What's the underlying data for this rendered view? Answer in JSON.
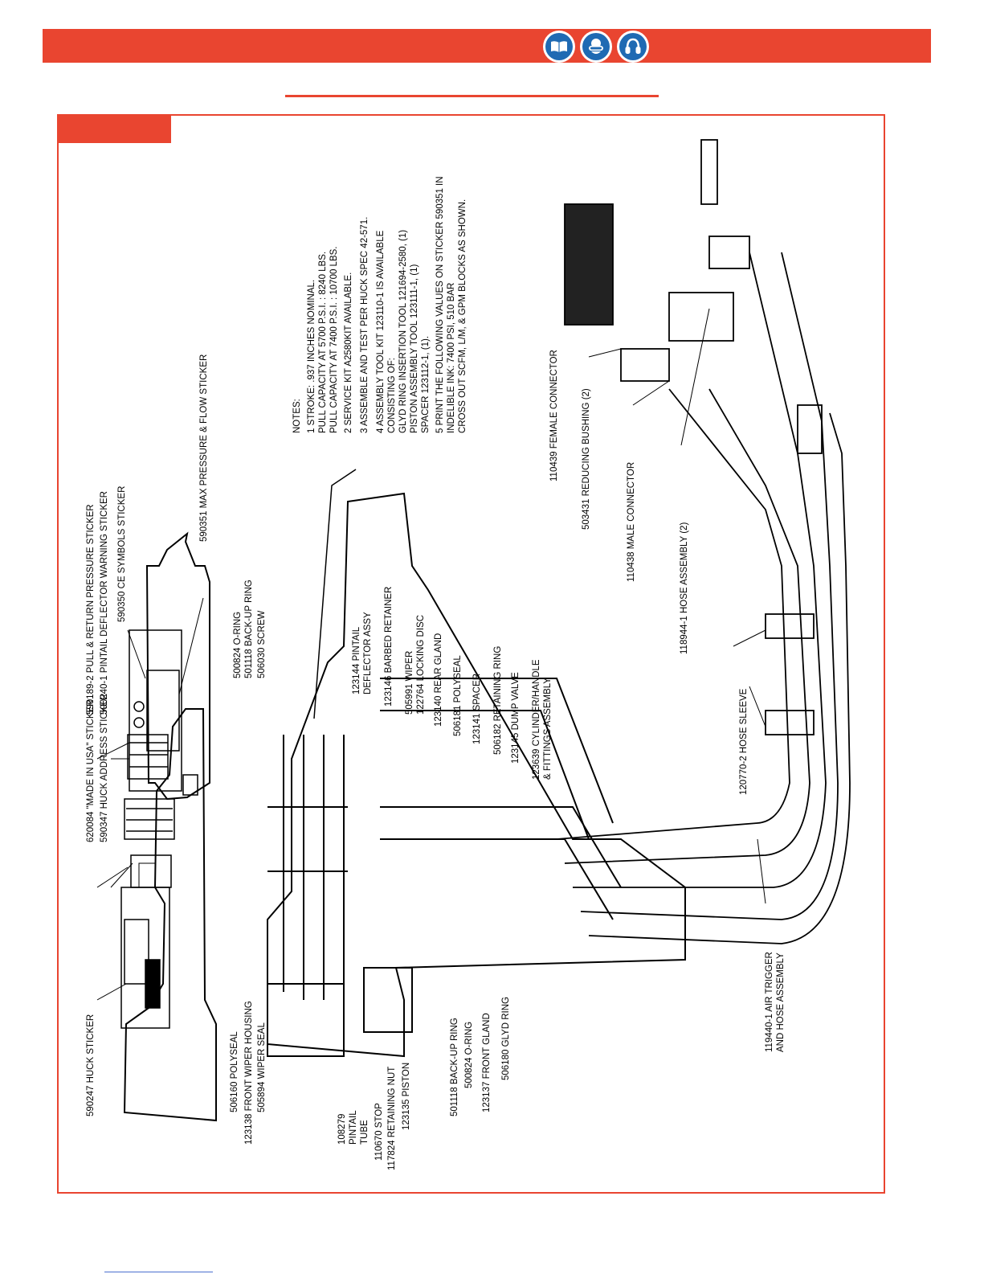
{
  "colors": {
    "accent": "#e94530",
    "icon_blue": "#1f6ab3"
  },
  "header": {
    "icons": [
      "book-icon",
      "safety-goggles-icon",
      "ear-protection-icon"
    ]
  },
  "stickers": [
    {
      "label": "590247 HUCK STICKER"
    },
    {
      "label": "620084 \"MADE IN USA\" STICKER"
    },
    {
      "label": "590347 HUCK ADDRESS STICKER"
    },
    {
      "label": "590189-2 PULL & RETURN PRESSURE STICKER"
    },
    {
      "label": "590240-1 PINTAIL DEFLECTOR WARNING STICKER"
    },
    {
      "label": "590350 CE SYMBOLS STICKER"
    },
    {
      "label": "590351 MAX PRESSURE & FLOW STICKER"
    }
  ],
  "notes": {
    "title": "NOTES:",
    "lines": [
      "1  STROKE: .937 INCHES NOMINAL.",
      "    PULL CAPACITY AT 5700 P.S.I. : 8240 LBS.",
      "    PULL CAPACITY AT 7400 P.S.I. : 10700 LBS.",
      "2  SERVICE KIT A2580KIT AVAILABLE.",
      "3  ASSEMBLE AND TEST PER HUCK SPEC 42-571.",
      "4  ASSEMBLY TOOL KIT 123110-1 IS AVAILABLE",
      "    CONSISTING OF:",
      "    GLYD RING INSERTION TOOL 121694-2580, (1)",
      "    PISTON ASSEMBLY TOOL 123111-1, (1)",
      "    SPACER 123112-1, (1).",
      "5  PRINT THE FOLLOWING VALUES ON STICKER 590351 IN",
      "    INDELIBLE INK: 7400 PSI, 510 BAR",
      "    CROSS OUT SCFM, L/M, & GPM BLOCKS AS SHOWN."
    ]
  },
  "parts_upper": [
    "500824 O-RING",
    "501118 BACK-UP RING",
    "506030 SCREW",
    "123144 PINTAIL",
    "DEFLECTOR ASSY",
    "123146 BARBED RETAINER",
    "505991 WIPER",
    "122764 LOCKING DISC",
    "123140 REAR GLAND",
    "506181 POLYSEAL",
    "123141 SPACER",
    "506182 RETAINING RING",
    "123145 DUMP VALVE",
    "123639 CYLINDER/HANDLE",
    "& FITTINGS ASSEMBLY"
  ],
  "parts_lower": [
    "506160 POLYSEAL",
    "123138 FRONT WIPER HOUSING",
    "505894 WIPER SEAL",
    "108279",
    "PINTAIL",
    "TUBE",
    "110670 STOP",
    "117824 RETAINING NUT",
    "123135 PISTON",
    "501118 BACK-UP RING",
    "500824 O-RING",
    "123137 FRONT GLAND",
    "506180 GLYD RING"
  ],
  "parts_hose": [
    "110439 FEMALE CONNECTOR",
    "503431 REDUCING BUSHING (2)",
    "110438 MALE CONNECTOR",
    "118944-1 HOSE ASSEMBLY (2)",
    "120770-2 HOSE SLEEVE",
    "119440-1 AIR TRIGGER",
    "AND HOSE ASSEMBLY"
  ]
}
